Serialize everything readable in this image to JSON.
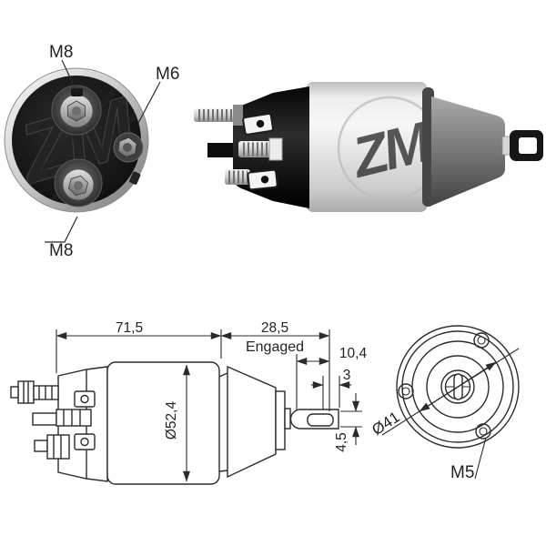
{
  "end_view": {
    "terminal_top_label": "M8",
    "terminal_side_label": "M6",
    "terminal_bottom_label": "M8",
    "logo": "ZM"
  },
  "product_photo": {
    "logo": "ZM"
  },
  "side_dimension_view": {
    "body_length": "71,5",
    "plunger_travel": "28,5",
    "travel_state": "Engaged",
    "eyelet_slot_length": "10,4",
    "slot_end_offset": "3",
    "body_diameter": "Ø52,4",
    "slot_height": "4,5"
  },
  "front_view": {
    "pilot_diameter": "Ø41",
    "mount_thread_label": "M5"
  },
  "colors": {
    "background": "#ffffff",
    "drawing_line": "#2b2b2b",
    "cap_face_black": "#111111",
    "chrome_rim_light": "#f2f2f2",
    "chrome_rim_dark": "#8f8f8f",
    "body_silver": "#e6e6e6",
    "cone_gray": "#6e6e6e",
    "eyelet_black": "#181818"
  }
}
